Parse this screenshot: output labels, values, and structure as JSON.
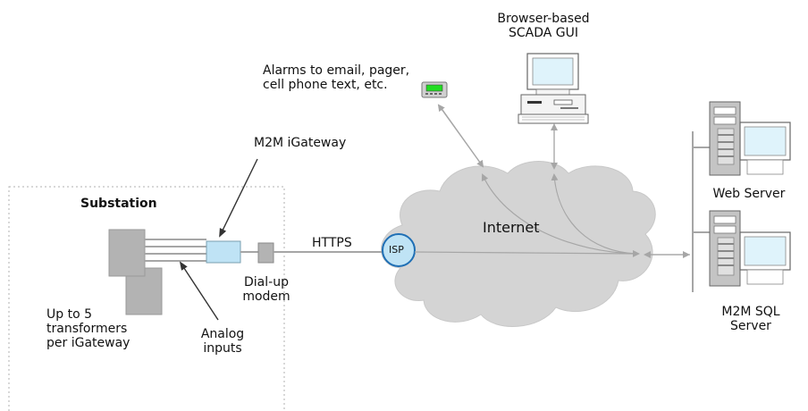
{
  "labels": {
    "browser_gui_line1": "Browser-based",
    "browser_gui_line2": "SCADA GUI",
    "alarms_line1": "Alarms to email, pager,",
    "alarms_line2": "cell phone text, etc.",
    "igateway": "M2M iGateway",
    "substation": "Substation",
    "https": "HTTPS",
    "isp": "ISP",
    "internet": "Internet",
    "dialup_line1": "Dial-up",
    "dialup_line2": "modem",
    "transformers_line1": "Up to 5",
    "transformers_line2": "transformers",
    "transformers_line3": "per iGateway",
    "analog_line1": "Analog",
    "analog_line2": "inputs",
    "web_server": "Web Server",
    "sql_line1": "M2M SQL",
    "sql_line2": "Server"
  },
  "colors": {
    "line": "#a6a6a6",
    "cloud": "#d4d4d4",
    "isp_fill": "#bfe3f5",
    "isp_stroke": "#1f6fb5",
    "igateway_fill": "#bfe3f5",
    "equipment": "#b3b3b3",
    "pager_screen": "#22dd22",
    "monitor_screen": "#dff3fb"
  }
}
